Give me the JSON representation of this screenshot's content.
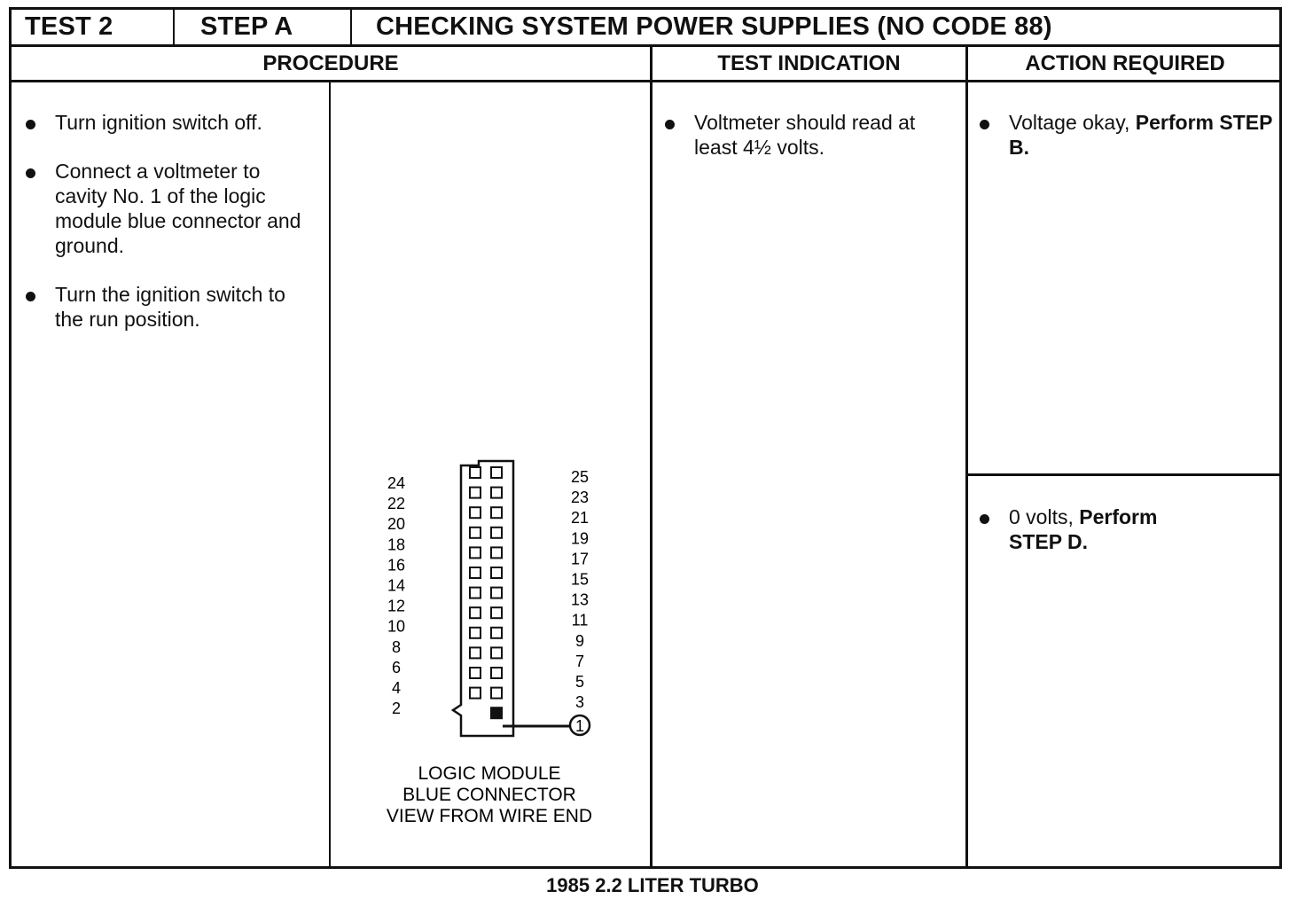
{
  "header": {
    "test": "TEST 2",
    "step": "STEP A",
    "title": "CHECKING SYSTEM POWER SUPPLIES (NO CODE 88)"
  },
  "columns": {
    "procedure": "PROCEDURE",
    "test_indication": "TEST INDICATION",
    "action_required": "ACTION REQUIRED"
  },
  "procedure_steps": [
    "Turn ignition switch off.",
    "Connect a voltmeter to cavity No. 1 of the logic module blue connector and ground.",
    "Turn the ignition switch to the run position."
  ],
  "test_indication": {
    "text": "Voltmeter should read at least 4½ volts."
  },
  "actions": [
    {
      "condition": "Voltage okay,",
      "action": "Perform STEP B."
    },
    {
      "condition": "0 volts,",
      "action": "Perform STEP D."
    }
  ],
  "connector": {
    "left_pins": [
      "24",
      "22",
      "20",
      "18",
      "16",
      "14",
      "12",
      "10",
      "8",
      "6",
      "4",
      "2"
    ],
    "right_pins": [
      "25",
      "23",
      "21",
      "19",
      "17",
      "15",
      "13",
      "11",
      "9",
      "7",
      "5",
      "3"
    ],
    "callout": "1",
    "caption": [
      "LOGIC MODULE",
      "BLUE CONNECTOR",
      "VIEW FROM WIRE END"
    ]
  },
  "footer": "1985 2.2 LITER TURBO"
}
